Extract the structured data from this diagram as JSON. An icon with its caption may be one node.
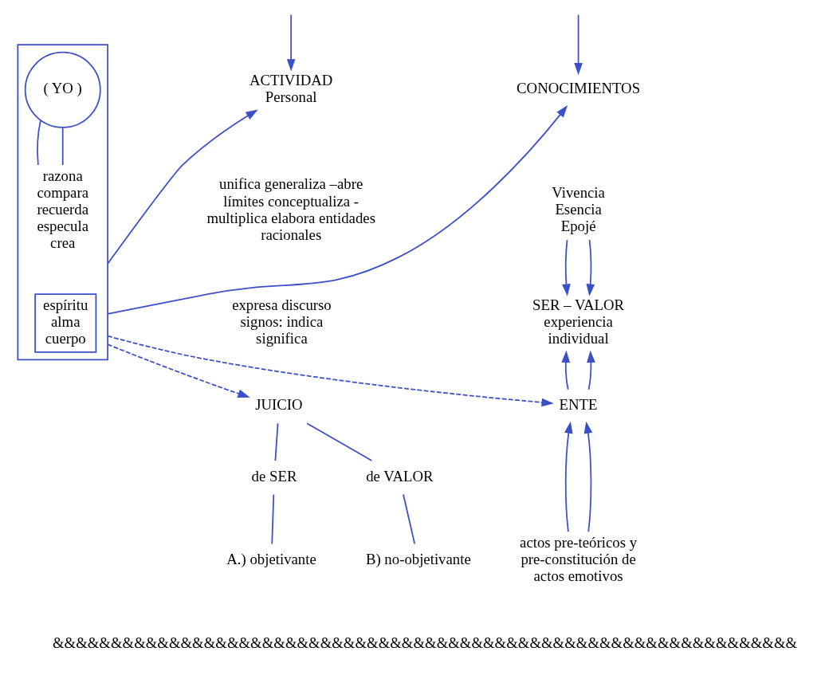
{
  "diagram": {
    "nodes": [
      {
        "text": [],
        "shape": "box"
      },
      {
        "text": [
          "CONOCIMIENTOS"
        ]
      },
      {
        "text": [
          "ACTIVIDAD",
          "Personal"
        ]
      },
      {
        "text": [
          "( YO )"
        ],
        "in": 0
      },
      {
        "text": [
          "razona compara recuerda especula crea"
        ],
        "in": 0
      },
      {
        "text": [
          "espíritu alma cuerpo"
        ],
        "in": 0
      },
      {
        "text": [
          "Vivencia Esencia Epojé"
        ]
      },
      {
        "text": [
          "SER – VALOR",
          "experiencia individual"
        ]
      },
      {
        "text": [
          "ENTE"
        ]
      },
      {
        "text": [
          "actos pre-teóricos y pre-constitución de actos emotivos"
        ]
      },
      {
        "text": [
          "JUICIO"
        ]
      },
      {
        "text": [
          "de SER"
        ]
      },
      {
        "text": [
          "de VALOR"
        ]
      },
      {
        "text": [
          "A.) objetivante"
        ]
      },
      {
        "text": [
          "B) no-objetivante"
        ]
      }
    ],
    "edges": [
      {
        "from": null,
        "to": 1,
        "arrow": "to"
      },
      {
        "from": null,
        "to": 2,
        "arrow": "to"
      },
      {
        "from": 0,
        "to": 1,
        "arrow": "to"
      },
      {
        "from": 0,
        "to": 2,
        "arrow": "to"
      },
      {
        "from": 3,
        "to": 4,
        "arrow": "none"
      },
      {
        "from": 3,
        "to": 4,
        "arrow": "none"
      },
      {
        "from": 6,
        "to": 7,
        "arrow": "to"
      },
      {
        "from": 6,
        "to": 7,
        "arrow": "to"
      },
      {
        "from": 8,
        "to": 7,
        "arrow": "to"
      },
      {
        "from": 8,
        "to": 7,
        "arrow": "to"
      },
      {
        "from": 9,
        "to": 8,
        "arrow": "to"
      },
      {
        "from": 9,
        "to": 8,
        "arrow": "to"
      },
      {
        "from": 0,
        "to": 8,
        "arrow": "to",
        "style": "dashed"
      },
      {
        "from": 0,
        "to": 10,
        "arrow": "to",
        "style": "dashed"
      },
      {
        "from": 10,
        "to": 11,
        "arrow": "none"
      },
      {
        "from": 10,
        "to": 12,
        "arrow": "none"
      },
      {
        "from": 11,
        "to": 13,
        "arrow": "none"
      },
      {
        "from": 12,
        "to": 14,
        "arrow": "none"
      }
    ],
    "labels": [
      "unifica generaliza –abre límites conceptualiza - multiplica elabora entidades racionales",
      "expresa discurso signos: indica significa",
      "&&&&&&&&&&&&&&&&&&&&&&&&&&&&&&&&&&&&&&&&&&&&&&&&&&&&&&&&&&&&&&&&"
    ]
  }
}
